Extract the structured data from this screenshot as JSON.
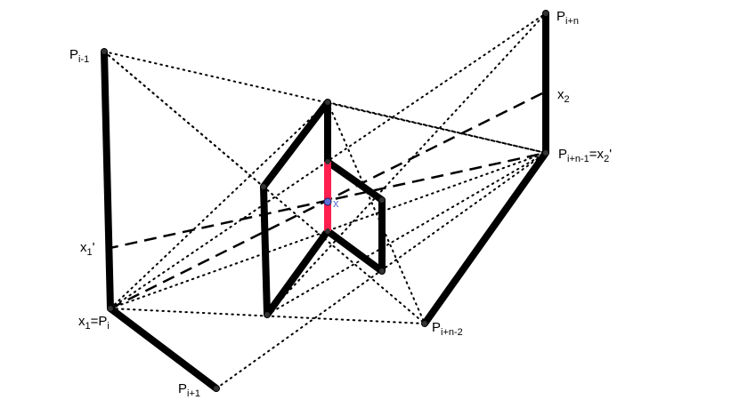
{
  "labels": {
    "p_i_minus_1": {
      "base": "P",
      "sub": "i-1"
    },
    "p_i_plus_n": {
      "base": "P",
      "sub": "i+n"
    },
    "x2": {
      "base": "x",
      "sub": "2"
    },
    "p_i_plus_n_minus_1": {
      "base": "P",
      "sub": "i+n-1",
      "suffix": "=x",
      "suffix_sub": "2",
      "suffix_tail": "'"
    },
    "x1_prime": {
      "base": "x",
      "sub": "1",
      "tail": "'"
    },
    "x1_eq_pi": {
      "base": "x",
      "sub": "1",
      "mid": "=P",
      "mid_sub": "i"
    },
    "p_i_plus_n_minus_2": {
      "base": "P",
      "sub": "i+n-2"
    },
    "p_i_plus_1": {
      "base": "P",
      "sub": "i+1"
    },
    "intersection": "x"
  },
  "colors": {
    "stroke": "#000000",
    "highlight": "#ff1f4f",
    "point_blue": "#5b6fd6",
    "background": "#ffffff"
  }
}
